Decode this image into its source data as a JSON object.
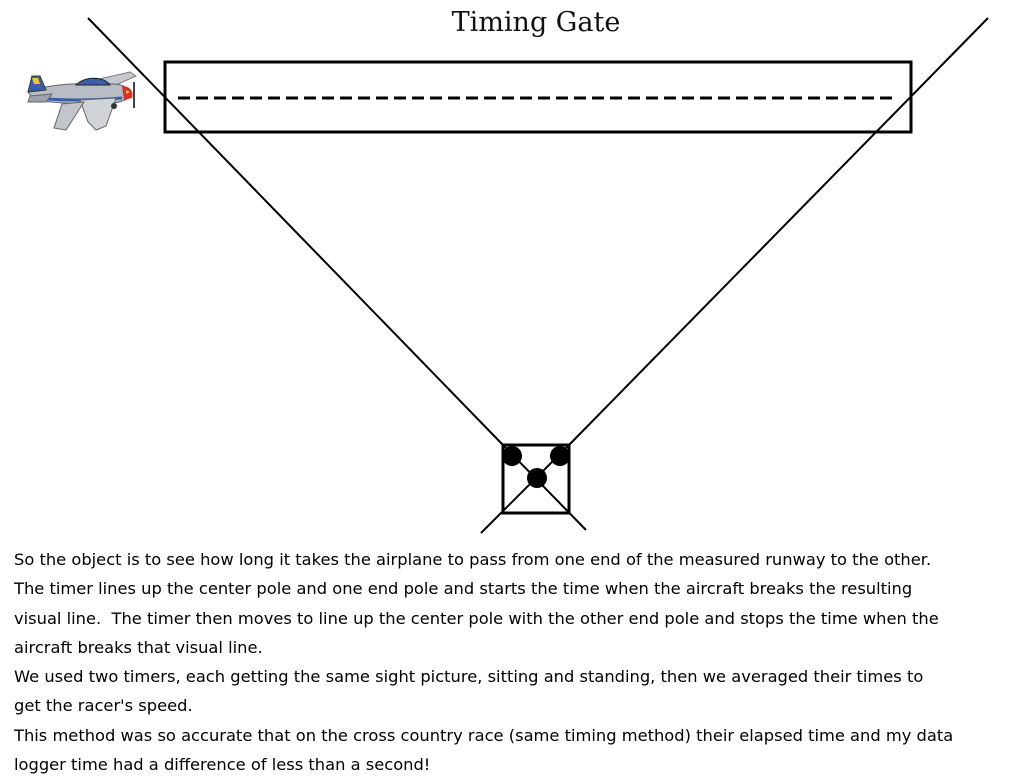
{
  "title": "Timing Gate",
  "icons": {
    "airplane": "airplane-icon",
    "timer_station": "timer-station-icon"
  },
  "colors": {
    "line": "#000000",
    "background": "#ffffff",
    "airplane_body": "#b8bcc4",
    "airplane_canopy": "#3a5fa8",
    "airplane_nose": "#d9302a",
    "airplane_tail": "#f2c230"
  },
  "description_lines": [
    "So the object is to see how long it takes the airplane to pass from one end of the measured runway to the other.",
    "The timer lines up the center pole and one end pole and starts the time when the aircraft breaks the resulting",
    "visual line.  The timer then moves to line up the center pole with the other end pole and stops the time when the",
    "aircraft breaks that visual line.",
    "We used two timers, each getting the same sight picture, sitting and standing, then we averaged their times to",
    "get the racer's speed.",
    "This method was so accurate that on the cross country race (same timing method) their elapsed time and my data",
    "logger time had a difference of less than a second!"
  ]
}
